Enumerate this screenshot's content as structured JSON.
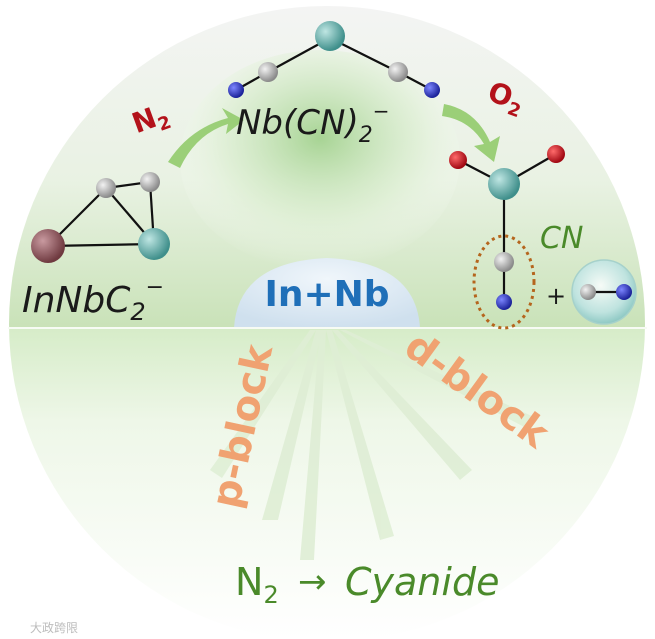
{
  "molecules": {
    "reactant": {
      "base": "InNbC",
      "sub": "2",
      "charge": "−"
    },
    "intermediate": {
      "base": "Nb(CN)",
      "sub": "2",
      "charge": "−"
    }
  },
  "reagents": {
    "n2": {
      "base": "N",
      "sub": "2"
    },
    "o2": {
      "base": "O",
      "sub": "2"
    }
  },
  "products": {
    "cn_label": "CN",
    "plus": "+"
  },
  "center_label": "In+Nb",
  "branches": {
    "p_block": "p-block",
    "d_block": "d-block"
  },
  "footer": {
    "n2_base": "N",
    "n2_sub": "2",
    "arrow": "→",
    "product": "Cyanide"
  },
  "watermark": "大政跨限",
  "colors": {
    "nb_atom": "#5aa8a4",
    "carbon_atom": "#a9a9a9",
    "nitrogen_atom": "#2a34b8",
    "oxygen_atom": "#c4101a",
    "indium_atom": "#8a4f55",
    "accent_green": "#4a8a2a",
    "reagent_red": "#b3121a",
    "branch_orange": "#f0a271",
    "center_blue": "#1f6fb8"
  }
}
